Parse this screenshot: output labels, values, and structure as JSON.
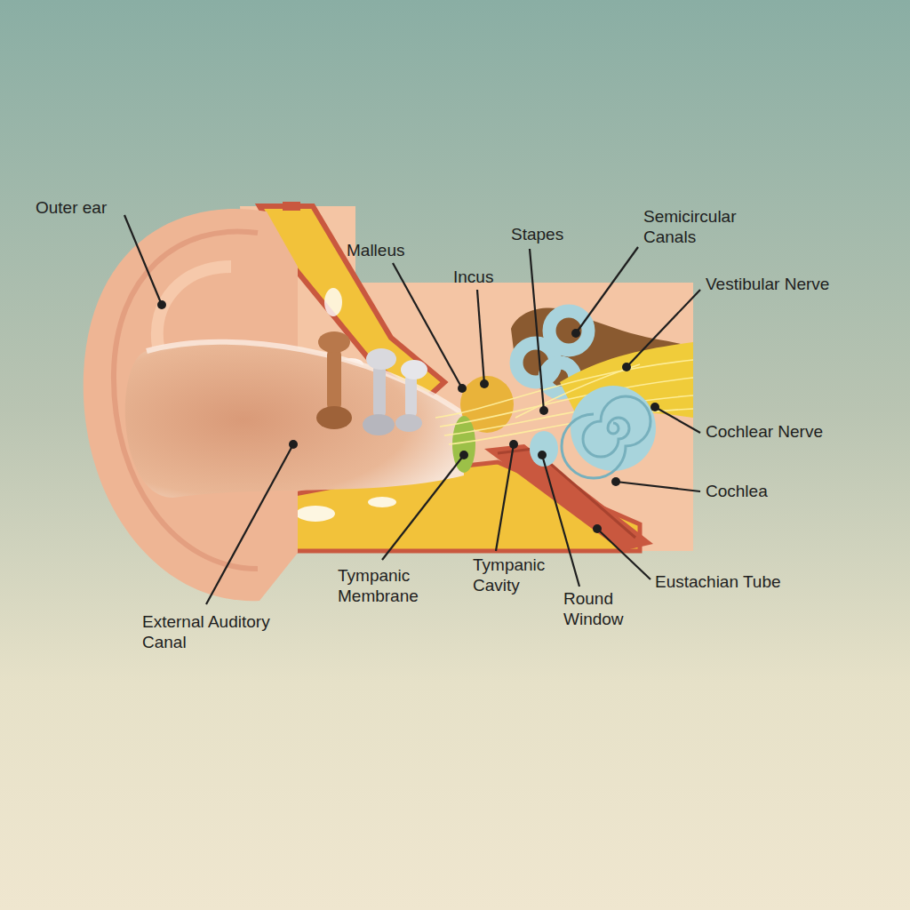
{
  "diagram": {
    "labels": [
      "Outer ear",
      "Malleus",
      "Incus",
      "Stapes",
      "Semicircular Canals",
      "Vestibular Nerve",
      "Cochlear Nerve",
      "Cochlea",
      "Eustachian Tube",
      "Round Window",
      "Tympanic Cavity",
      "Tympanic Membrane",
      "External Auditory Canal"
    ]
  }
}
